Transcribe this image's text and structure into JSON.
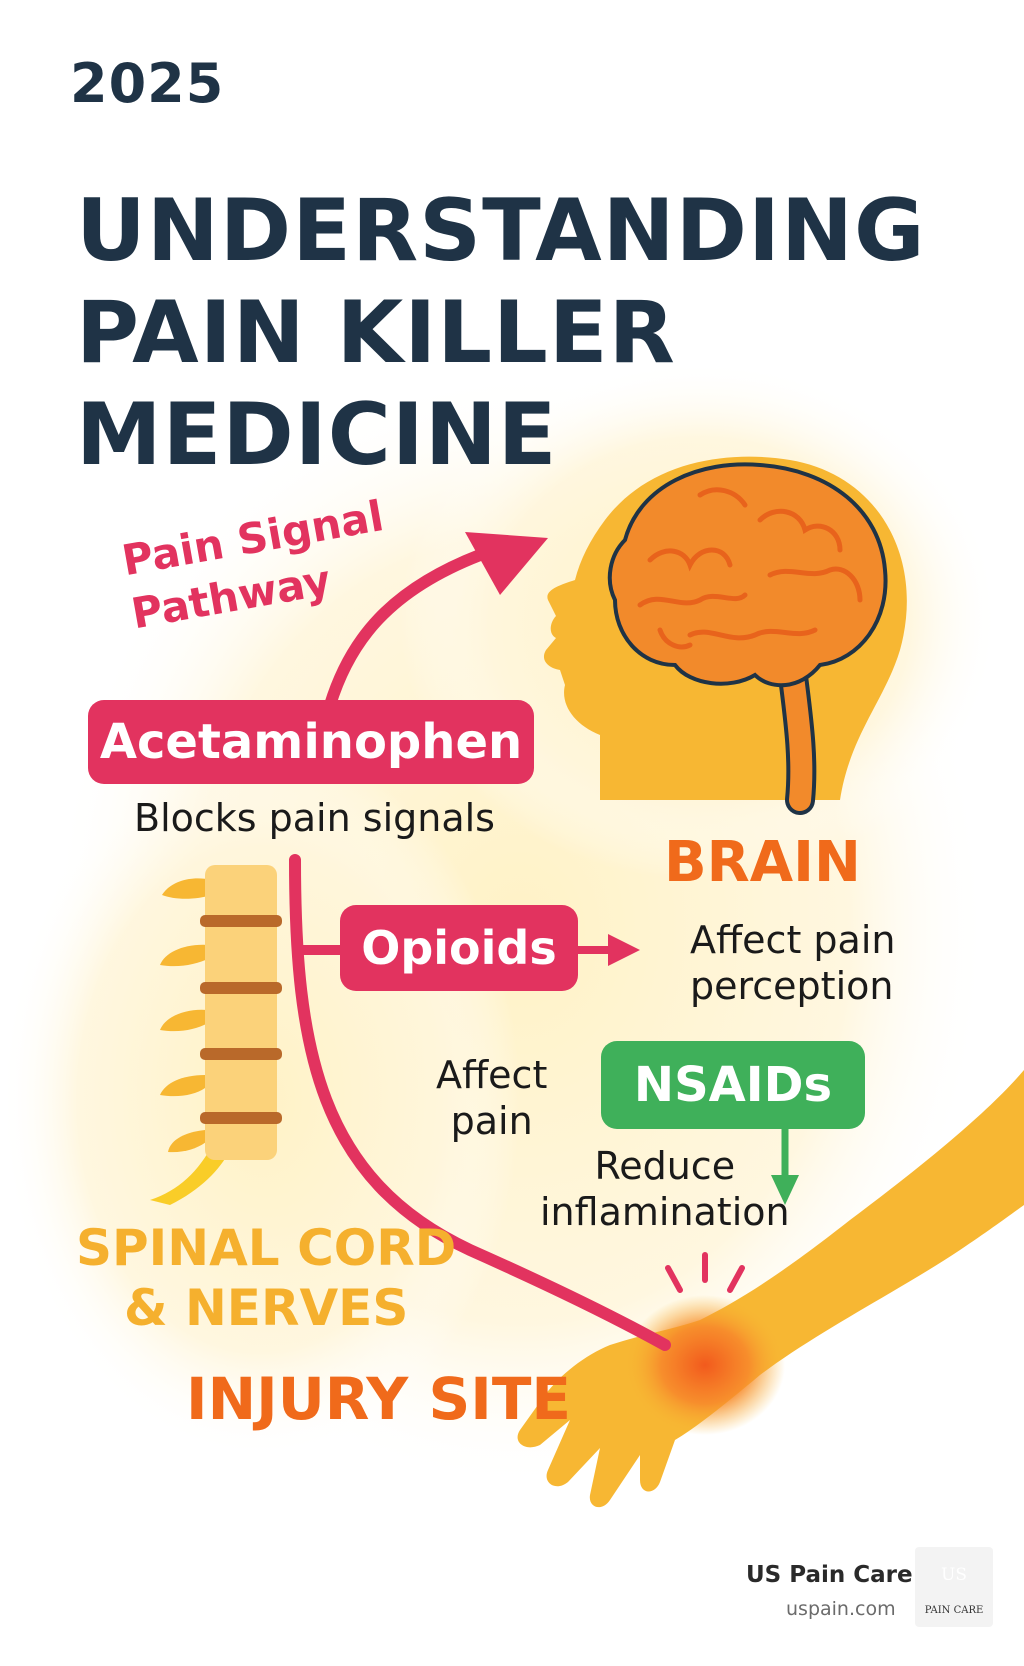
{
  "header": {
    "year": "2025",
    "title_lines": [
      "UNDERSTANDING",
      "PAIN KILLER",
      "MEDICINE"
    ]
  },
  "diagram": {
    "pathway_label_lines": [
      "Pain Signal",
      "Pathway"
    ],
    "medicines": [
      {
        "name": "Acetaminophen",
        "effect": "Blocks pain signals",
        "color": "#e2335f"
      },
      {
        "name": "Opioids",
        "effect_lines": [
          "Affect pain",
          "perception"
        ],
        "color": "#e2335f"
      },
      {
        "name": "NSAIDs",
        "effect_lines": [
          "Reduce",
          "inflamination"
        ],
        "color": "#3fb05a"
      }
    ],
    "side_note_lines": [
      "Affect",
      "pain"
    ],
    "body_labels": {
      "brain": "BRAIN",
      "spinal_lines": [
        "SPINAL CORD",
        "& NERVES"
      ],
      "injury": "INJURY SITE"
    }
  },
  "footer": {
    "org_name": "US Pain Care",
    "url": "uspain.com",
    "logo_letters": "US",
    "logo_caption": "PAIN CARE"
  },
  "colors": {
    "title": "#1f3346",
    "accent_pink": "#e2335f",
    "accent_green": "#3fb05a",
    "accent_orange": "#f06a1b",
    "skin_yellow": "#f7b733",
    "glow": "#fff3cf"
  }
}
